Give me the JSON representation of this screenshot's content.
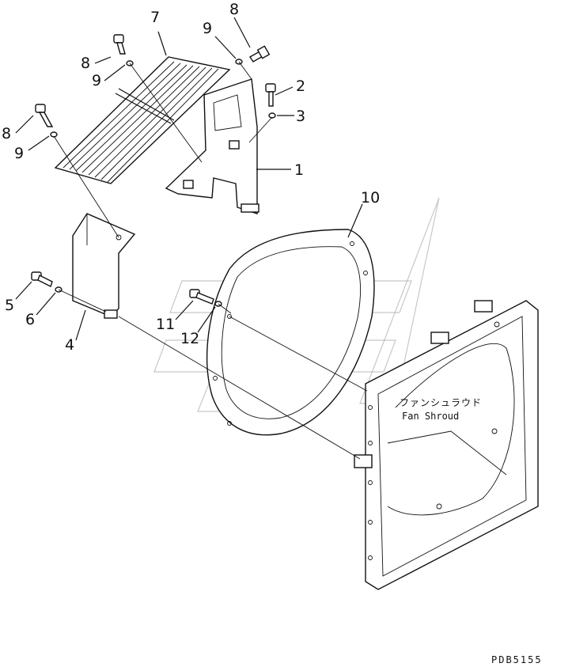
{
  "callouts": {
    "c1": "1",
    "c2": "2",
    "c3": "3",
    "c4": "4",
    "c5": "5",
    "c6": "6",
    "c7": "7",
    "c8a": "8",
    "c8b": "8",
    "c8c": "8",
    "c9a": "9",
    "c9b": "9",
    "c9c": "9",
    "c10": "10",
    "c11": "11",
    "c12": "12"
  },
  "shroud_label_jp": "ファンシュラウド",
  "shroud_label_en": "Fan Shroud",
  "drawing_code": "PDB5155"
}
